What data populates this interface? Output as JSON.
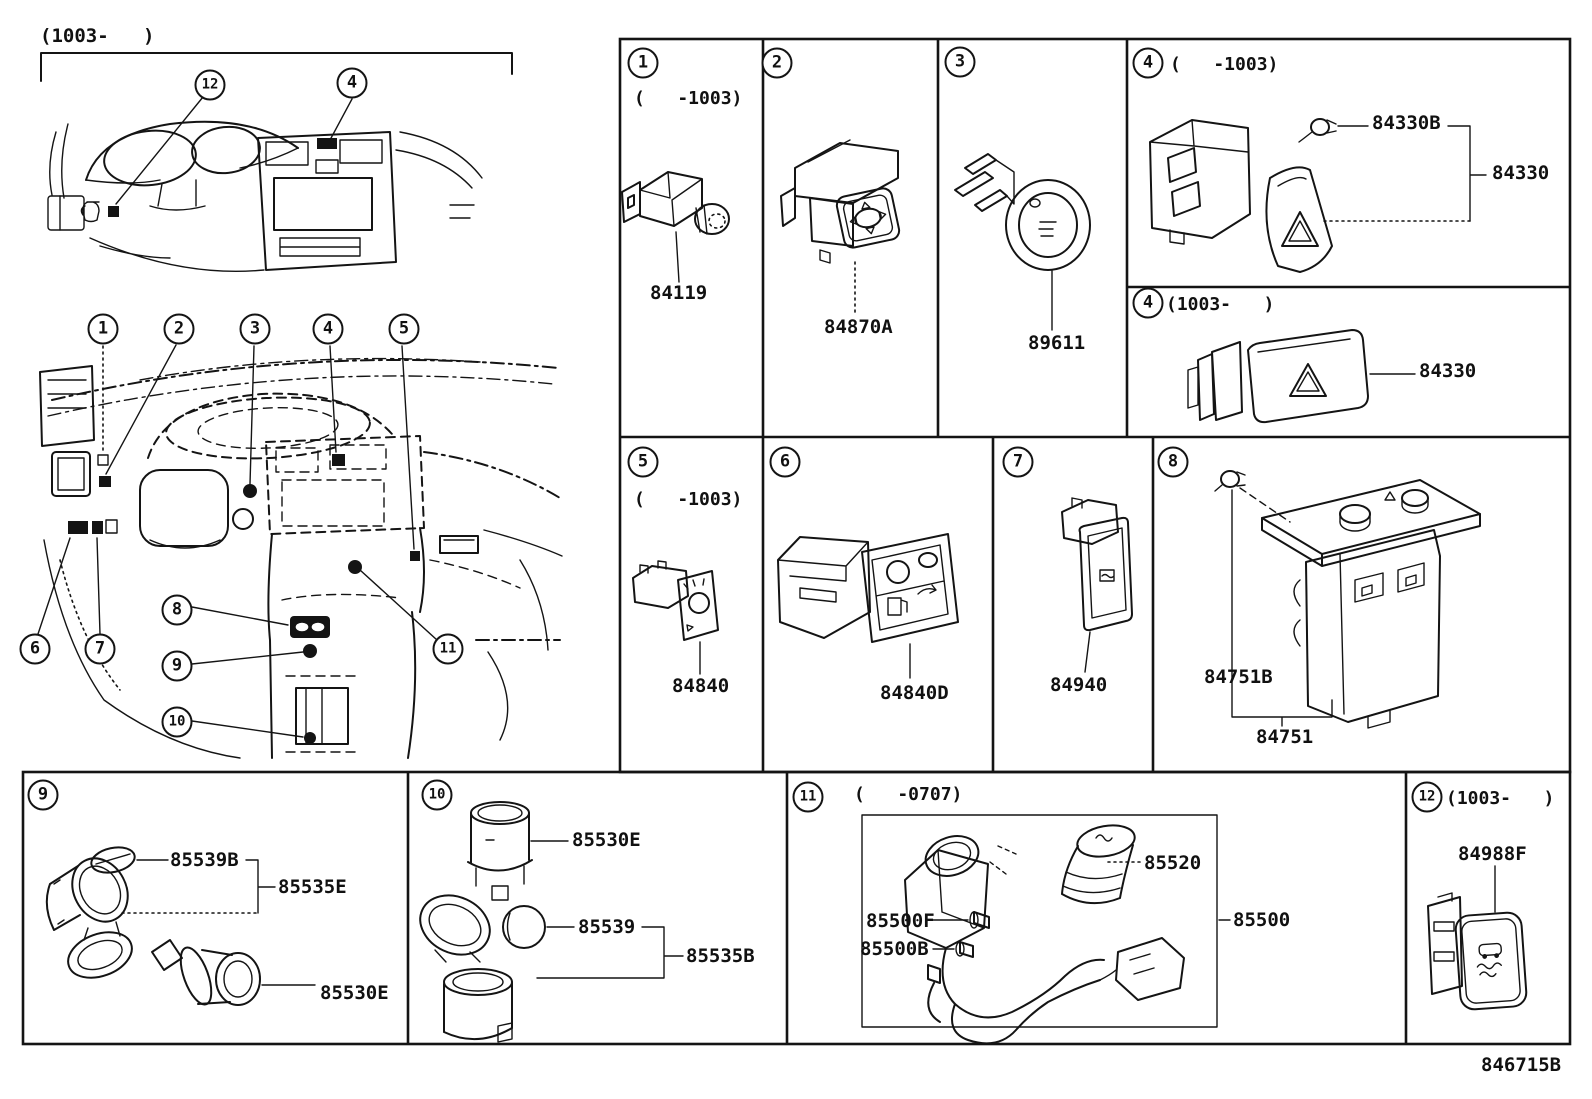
{
  "doc": {
    "footer_code": "846715B"
  },
  "callouts": {
    "n1": "1",
    "n2": "2",
    "n3": "3",
    "n4": "4",
    "n5": "5",
    "n6": "6",
    "n7": "7",
    "n8": "8",
    "n9": "9",
    "n10": "10",
    "n11": "11",
    "n12": "12"
  },
  "overview_top": {
    "date_range": "(1003-   )"
  },
  "cells": {
    "c1": {
      "num": "1",
      "date": "(   -1003)",
      "part_main": "84119"
    },
    "c2": {
      "num": "2",
      "part_main": "84870A"
    },
    "c3": {
      "num": "3",
      "part_main": "89611"
    },
    "c4a": {
      "num": "4",
      "date": "(   -1003)",
      "part_bulb": "84330B",
      "part_assembly": "84330"
    },
    "c4b": {
      "num": "4",
      "date": "(1003-   )",
      "part_main": "84330"
    },
    "c5": {
      "num": "5",
      "date": "(   -1003)",
      "part_main": "84840"
    },
    "c6": {
      "num": "6",
      "part_main": "84840D"
    },
    "c7": {
      "num": "7",
      "part_main": "84940"
    },
    "c8": {
      "num": "8",
      "part_bulb": "84751B",
      "part_main": "84751"
    },
    "c9": {
      "num": "9",
      "part_cap": "85539B",
      "part_socket_assy": "85535E",
      "part_plug": "85530E"
    },
    "c10": {
      "num": "10",
      "part_socket": "85530E",
      "part_cap": "85539",
      "part_assembly": "85535B"
    },
    "c11": {
      "num": "11",
      "date": "(   -0707)",
      "part_bulb_f": "85500F",
      "part_bulb_b": "85500B",
      "part_lighter": "85520",
      "part_assembly": "85500"
    },
    "c12": {
      "num": "12",
      "date": "(1003-   )",
      "part_main": "84988F"
    }
  }
}
